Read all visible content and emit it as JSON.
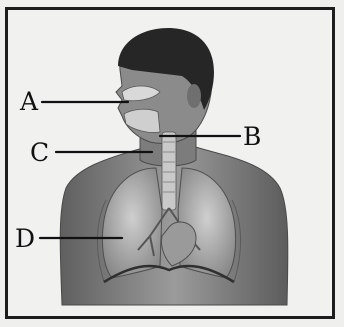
{
  "diagram": {
    "labels": {
      "a": "A",
      "b": "B",
      "c": "C",
      "d": "D"
    },
    "colors": {
      "ink": "#111111",
      "skin": "#8f8f8f",
      "hair": "#262626",
      "lung": "#bdbdbd",
      "background": "#f1f1f0"
    }
  }
}
